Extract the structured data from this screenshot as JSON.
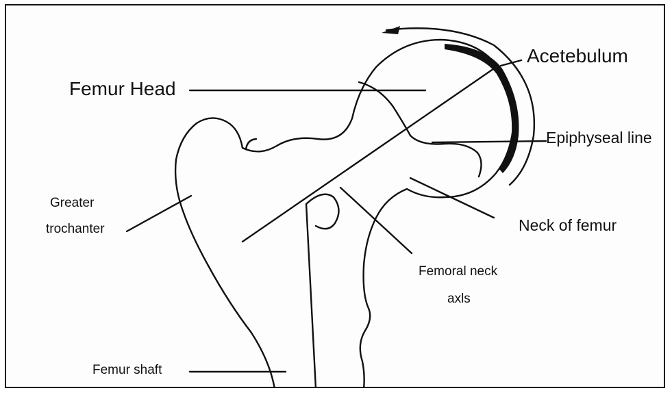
{
  "labels": {
    "acetabulum": "Acetebulum",
    "femur_head": "Femur Head",
    "epiphyseal_line": "Epiphyseal line",
    "greater_trochanter_l1": "Greater",
    "greater_trochanter_l2": "trochanter",
    "neck_of_femur": "Neck of femur",
    "femoral_neck_axis_l1": "Femoral neck",
    "femoral_neck_axis_l2": "axls",
    "femur_shaft": "Femur shaft"
  }
}
